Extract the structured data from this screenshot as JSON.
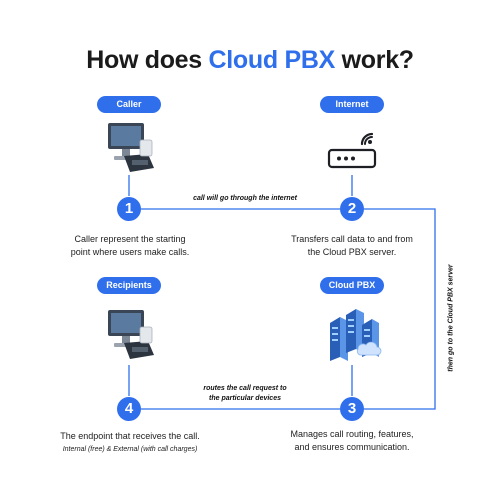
{
  "title": {
    "prefix": "How does ",
    "accent": "Cloud PBX",
    "suffix": " work?"
  },
  "nodes": [
    {
      "number": "1",
      "label": "Caller",
      "description_line1": "Caller represent the starting",
      "description_line2": "point where users make calls."
    },
    {
      "number": "2",
      "label": "Internet",
      "description_line1": "Transfers call data to and from",
      "description_line2": "the Cloud PBX server."
    },
    {
      "number": "3",
      "label": "Cloud PBX",
      "description_line1": "Manages call routing, features,",
      "description_line2": "and ensures communication."
    },
    {
      "number": "4",
      "label": "Recipients",
      "description_line1": "The endpoint that receives the call.",
      "description_line2": "Internal (free) & External (with call charges)"
    }
  ],
  "connections": {
    "top": "call will go through the internet",
    "right": "then go to the Cloud PBX server",
    "bottom_line1": "routes the call request to",
    "bottom_line2": "the particular devices"
  },
  "colors": {
    "accent": "#2f6fec",
    "text": "#1b1b1b"
  },
  "icons": [
    "desk-phone-computer-icon",
    "router-icon",
    "server-cloud-icon",
    "desk-phone-computer-icon"
  ]
}
